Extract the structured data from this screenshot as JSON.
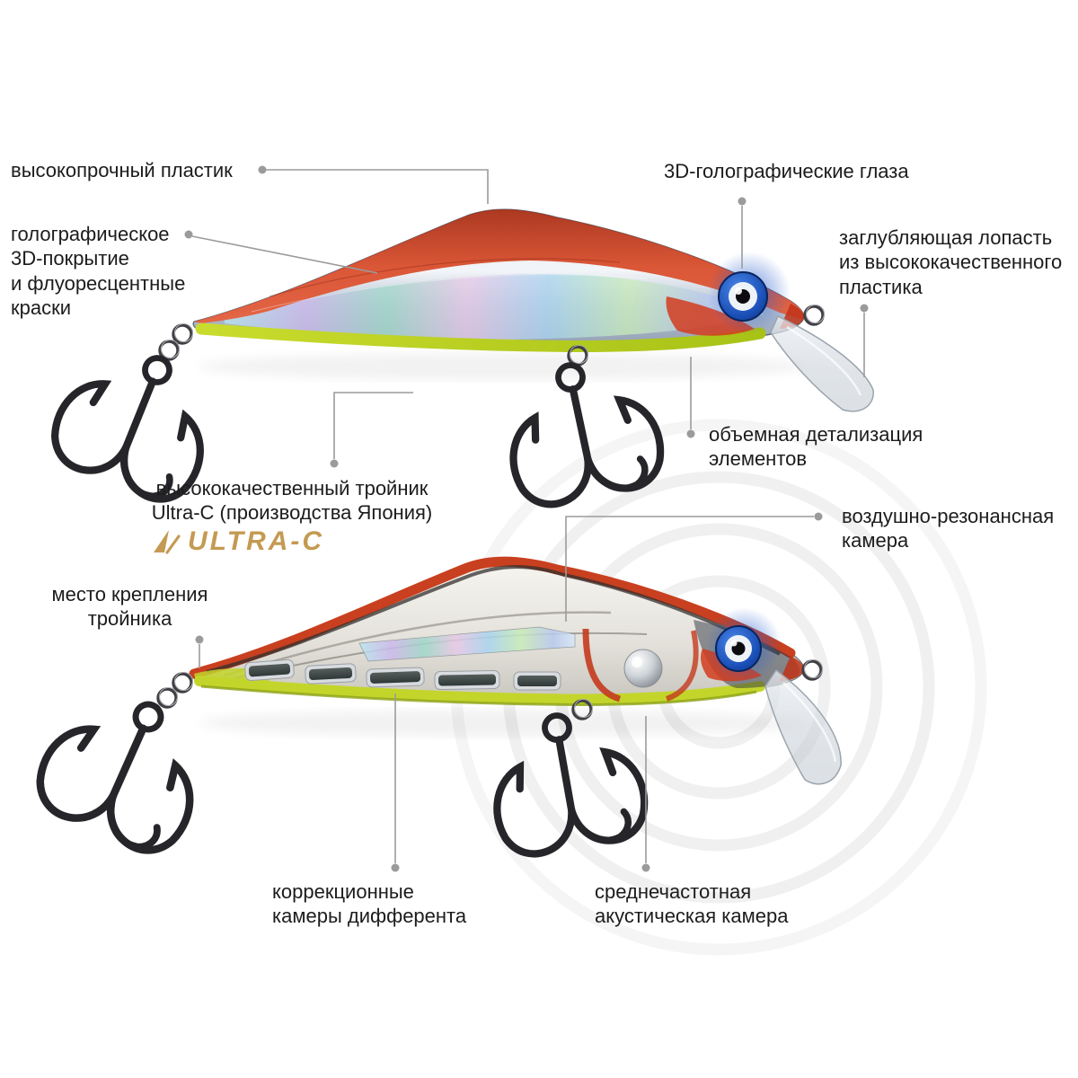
{
  "page": {
    "background": "#ffffff"
  },
  "brand": {
    "logo_text": "ULTRA-C"
  },
  "labels": {
    "durable_plastic": "высокопрочный пластик",
    "holographic_coating": "голографическое\n3D-покрытие\nи флуоресцентные\nкраски",
    "holographic_eyes": "3D-голографические глаза",
    "diving_lip": "заглубляющая лопасть\nиз высококачественного\nпластика",
    "volumetric_detailing": "объемная детализация\nэлементов",
    "premium_treble": "высококачественный тройник\nUltra-C (производства Япония)",
    "hook_attachment": "место крепления\nтройника",
    "air_resonance_chamber": "воздушно-резонансная\nкамера",
    "trim_correction_chambers": "коррекционные\nкамеры дифферента",
    "acoustic_chamber": "среднечастотная\nакустическая камера"
  },
  "colors": {
    "leader_line": "#9b9b9b",
    "text": "#1c1c1c",
    "logo_gold": "#c49a52",
    "lure_red": "#d84a28",
    "lure_chartreuse": "#c3d52b",
    "eye_blue": "#1b50b8"
  }
}
